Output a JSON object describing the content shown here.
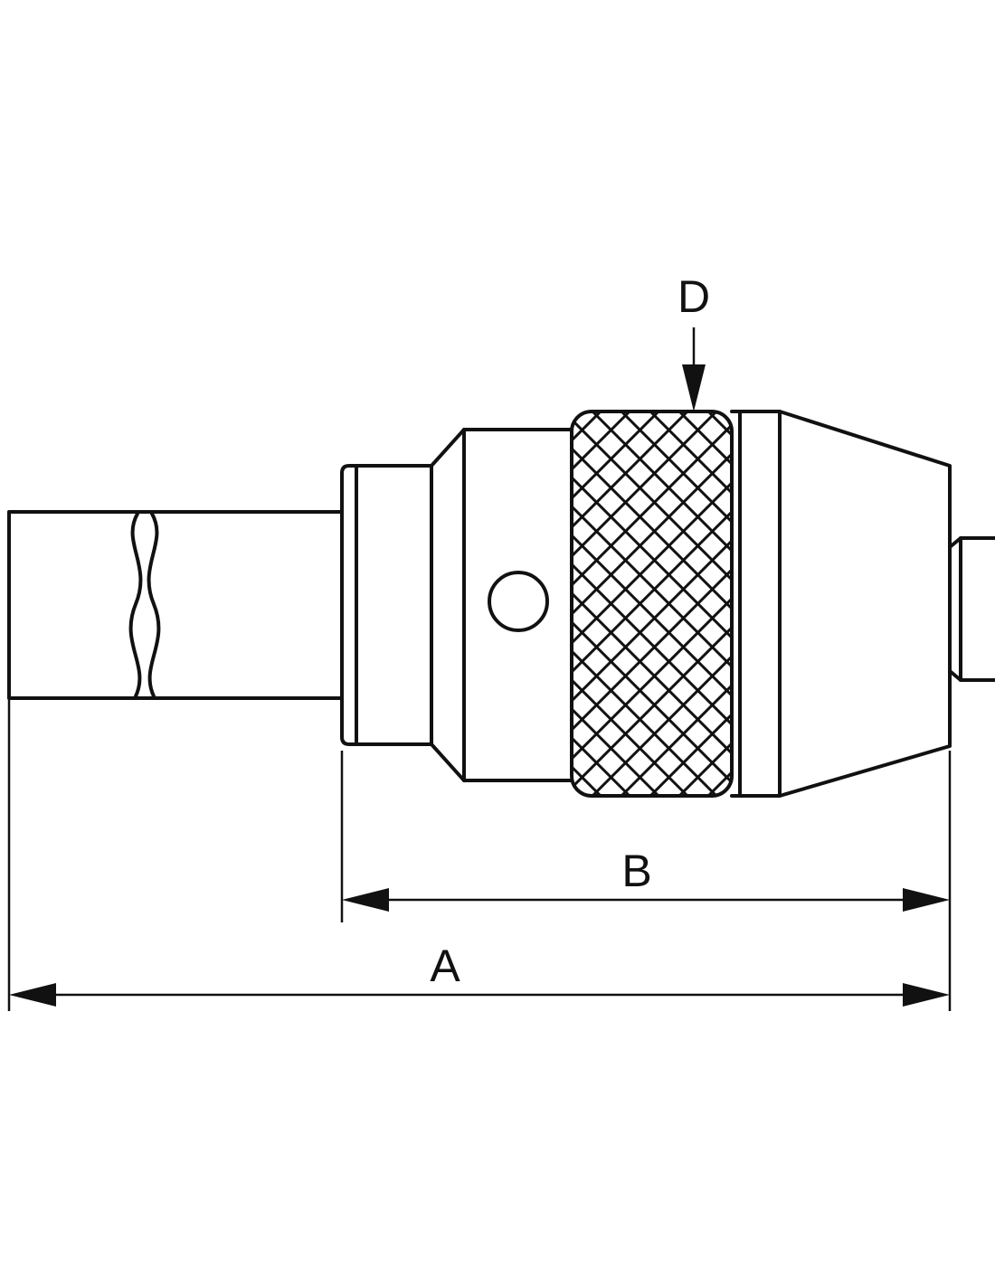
{
  "diagram": {
    "labels": {
      "a": "A",
      "b": "B",
      "d": "D"
    },
    "colors": {
      "line": "#111111",
      "background": "#ffffff"
    }
  }
}
